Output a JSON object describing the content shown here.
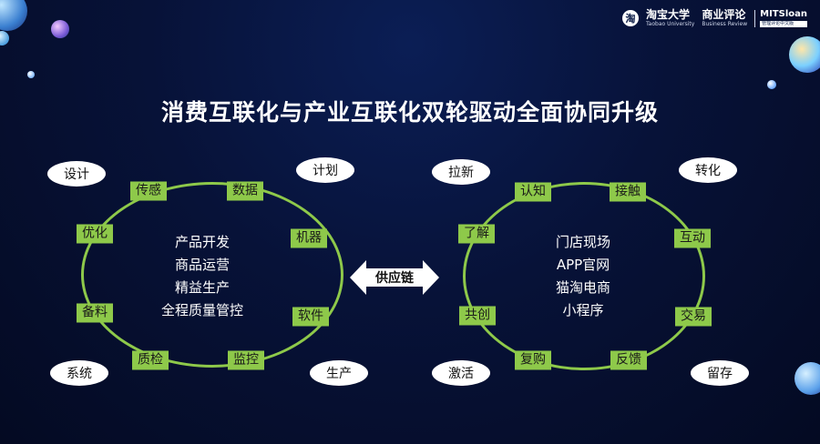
{
  "title": "消费互联化与产业互联化双轮驱动全面协同升级",
  "logos": {
    "seal_char": "淘",
    "taobao_main": "淘宝大学",
    "taobao_sub": "Taobao University",
    "review_main": "商业评论",
    "review_sub": "Business Review",
    "mit_main": "MITSloan",
    "mit_sub": "管理评论中文版"
  },
  "left_loop": {
    "corner_bubbles": [
      "设计",
      "计划",
      "系统",
      "生产"
    ],
    "ring_tags": [
      "传感",
      "数据",
      "优化",
      "机器",
      "备料",
      "软件",
      "质检",
      "监控"
    ],
    "center_items": [
      "产品开发",
      "商品运营",
      "精益生产",
      "全程质量管控"
    ]
  },
  "connector": {
    "label": "供应链",
    "fill": "#ffffff"
  },
  "right_loop": {
    "corner_bubbles": [
      "拉新",
      "转化",
      "激活",
      "留存"
    ],
    "ring_tags": [
      "认知",
      "接触",
      "了解",
      "互动",
      "共创",
      "交易",
      "复购",
      "反馈"
    ],
    "center_items": [
      "门店现场",
      "APP官网",
      "猫淘电商",
      "小程序"
    ]
  },
  "colors": {
    "ring": "#8ec94a",
    "background": "#071238",
    "text": "#ffffff"
  }
}
